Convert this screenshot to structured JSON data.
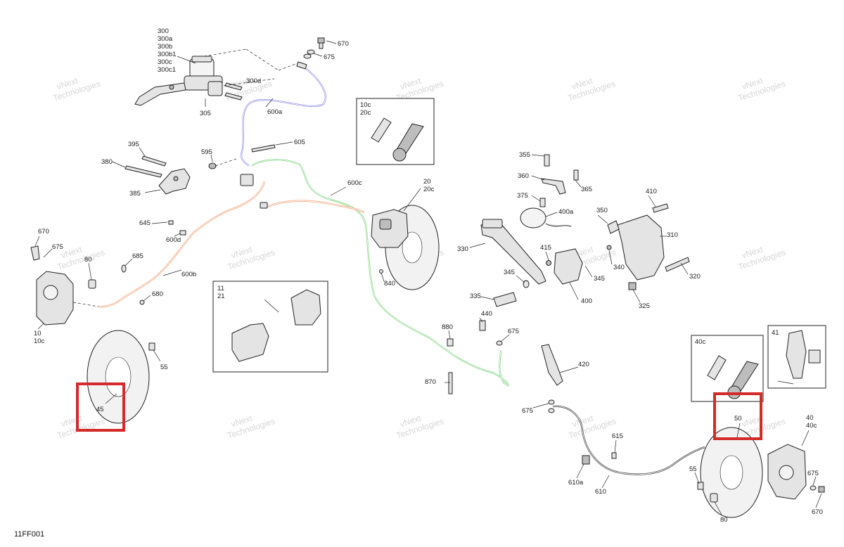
{
  "figure_id": "11FF001",
  "watermark": {
    "line1": "vNext",
    "line2": "Technologies"
  },
  "callouts": [
    {
      "id": "c300",
      "text": "300"
    },
    {
      "id": "c300a",
      "text": "300a"
    },
    {
      "id": "c300b",
      "text": "300b"
    },
    {
      "id": "c300b1",
      "text": "300b1"
    },
    {
      "id": "c300c",
      "text": "300c"
    },
    {
      "id": "c300c1",
      "text": "300c1"
    },
    {
      "id": "c300d",
      "text": "300d"
    },
    {
      "id": "c305",
      "text": "305"
    },
    {
      "id": "c600a",
      "text": "600a"
    },
    {
      "id": "c670a",
      "text": "670"
    },
    {
      "id": "c675a",
      "text": "675"
    },
    {
      "id": "c395",
      "text": "395"
    },
    {
      "id": "c380",
      "text": "380"
    },
    {
      "id": "c385",
      "text": "385"
    },
    {
      "id": "c595",
      "text": "595"
    },
    {
      "id": "c605",
      "text": "605"
    },
    {
      "id": "c600c",
      "text": "600c"
    },
    {
      "id": "c20",
      "text": "20"
    },
    {
      "id": "c20c",
      "text": "20c"
    },
    {
      "id": "c645",
      "text": "645"
    },
    {
      "id": "c600d",
      "text": "600d"
    },
    {
      "id": "c670b",
      "text": "670"
    },
    {
      "id": "c675b",
      "text": "675"
    },
    {
      "id": "c80a",
      "text": "80"
    },
    {
      "id": "c685",
      "text": "685"
    },
    {
      "id": "c600b",
      "text": "600b"
    },
    {
      "id": "c680",
      "text": "680"
    },
    {
      "id": "c10",
      "text": "10"
    },
    {
      "id": "c10cb",
      "text": "10c"
    },
    {
      "id": "c840",
      "text": "840"
    },
    {
      "id": "c55a",
      "text": "55"
    },
    {
      "id": "c45",
      "text": "45"
    },
    {
      "id": "c355",
      "text": "355"
    },
    {
      "id": "c360",
      "text": "360"
    },
    {
      "id": "c365",
      "text": "365"
    },
    {
      "id": "c375",
      "text": "375"
    },
    {
      "id": "c400a",
      "text": "400a"
    },
    {
      "id": "c350",
      "text": "350"
    },
    {
      "id": "c410",
      "text": "410"
    },
    {
      "id": "c310",
      "text": "310"
    },
    {
      "id": "c330",
      "text": "330"
    },
    {
      "id": "c415",
      "text": "415"
    },
    {
      "id": "c340",
      "text": "340"
    },
    {
      "id": "c345a",
      "text": "345"
    },
    {
      "id": "c345b",
      "text": "345"
    },
    {
      "id": "c320",
      "text": "320"
    },
    {
      "id": "c335",
      "text": "335"
    },
    {
      "id": "c400",
      "text": "400"
    },
    {
      "id": "c325",
      "text": "325"
    },
    {
      "id": "c440",
      "text": "440"
    },
    {
      "id": "c880",
      "text": "880"
    },
    {
      "id": "c675c",
      "text": "675"
    },
    {
      "id": "c870",
      "text": "870"
    },
    {
      "id": "c420",
      "text": "420"
    },
    {
      "id": "c675d",
      "text": "675"
    },
    {
      "id": "c615",
      "text": "615"
    },
    {
      "id": "c610a",
      "text": "610a"
    },
    {
      "id": "c610",
      "text": "610"
    },
    {
      "id": "c50",
      "text": "50"
    },
    {
      "id": "c40",
      "text": "40"
    },
    {
      "id": "c40cb",
      "text": "40c"
    },
    {
      "id": "c55b",
      "text": "55"
    },
    {
      "id": "c675e",
      "text": "675"
    },
    {
      "id": "c670c",
      "text": "670"
    },
    {
      "id": "c80b",
      "text": "80"
    }
  ],
  "insets": {
    "bleeder_front": {
      "line1": "10c",
      "line2": "20c"
    },
    "pads_front": {
      "line1": "11",
      "line2": "21"
    },
    "bleeder_rear": {
      "line1": "40c"
    },
    "pads_rear": {
      "line1": "41"
    }
  },
  "colors": {
    "highlight": "#d42a2a",
    "hose_front_upper": "#8a86e8",
    "hose_front_right": "#78d178",
    "hose_front_left": "#f2a47a",
    "hose_rear": "#444444"
  }
}
